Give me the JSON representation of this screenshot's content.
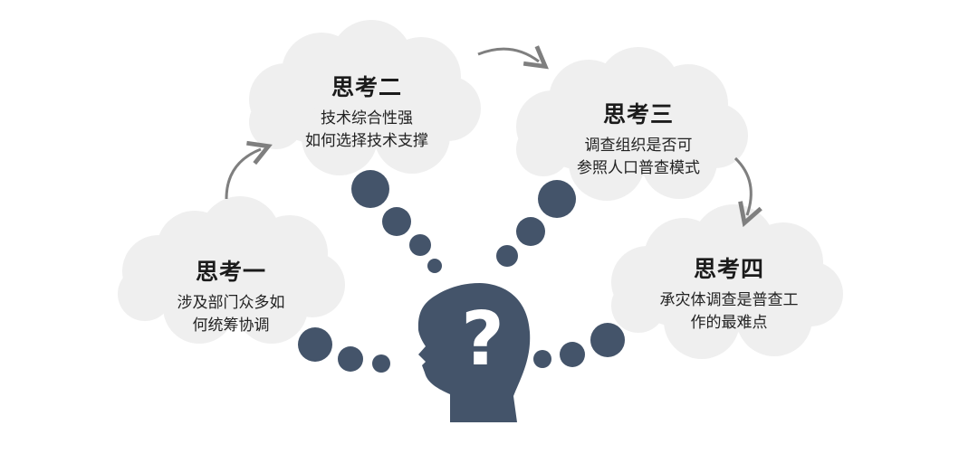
{
  "thoughts": [
    {
      "title": "思考一",
      "lines": [
        "涉及部门众多如",
        "何统筹协调"
      ]
    },
    {
      "title": "思考二",
      "lines": [
        "技术综合性强",
        "如何选择技术支撑"
      ]
    },
    {
      "title": "思考三",
      "lines": [
        "调查组织是否可",
        "参照人口普查模式"
      ]
    },
    {
      "title": "思考四",
      "lines": [
        "承灾体调查是普查工",
        "作的最难点"
      ]
    }
  ],
  "center_symbol": "?",
  "colors": {
    "cloud": "#efefef",
    "dots": "#44546a",
    "arrows": "#7f7f7f",
    "text": "#1e1e1e"
  },
  "icons": [
    "thinking-head-icon",
    "question-mark-icon",
    "curved-arrow-icon"
  ]
}
